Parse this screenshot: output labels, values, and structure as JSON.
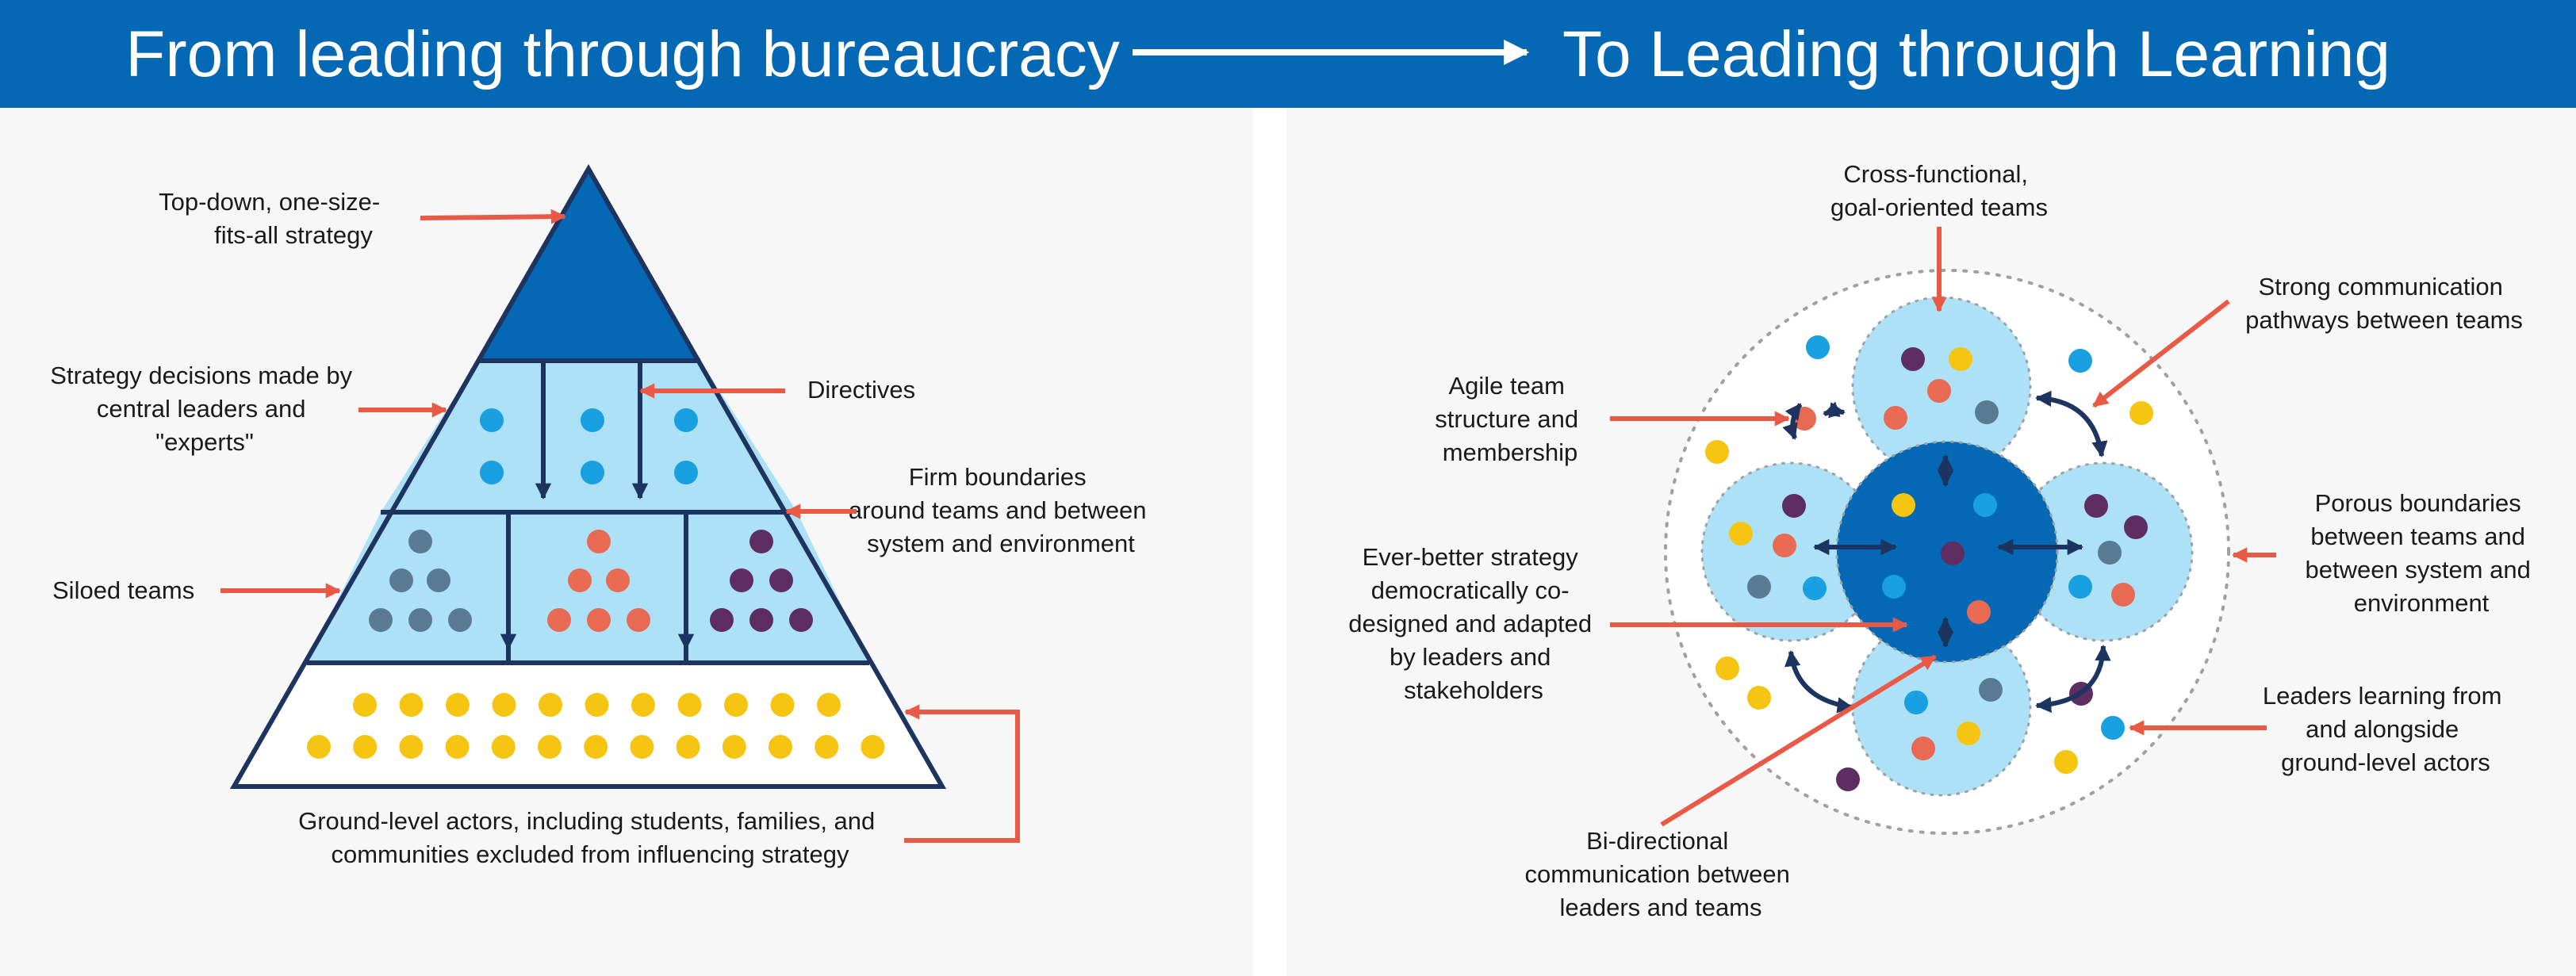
{
  "header": {
    "left_title": "From leading through bureaucracy",
    "right_title": "To Leading through Learning"
  },
  "colors": {
    "banner": "#0468b4",
    "panel_bg": "#f7f7f7",
    "outline": "#1d3461",
    "apex_fill": "#0468b4",
    "tier_fill": "#ace1f8",
    "base_fill": "#ffffff",
    "arrow_red": "#e85a45",
    "dot_blue": "#18a0e0",
    "dot_slate": "#5a7a94",
    "dot_coral": "#e86a53",
    "dot_purple": "#5e2d62",
    "dot_yellow": "#f6c512",
    "center_fill": "#0468b4",
    "team_fill": "#ace1f8"
  },
  "left_labels": {
    "top_down": [
      "Top-down, one-size-",
      "fits-all strategy"
    ],
    "strategy": [
      "Strategy decisions made by",
      "central leaders and",
      "\"experts\""
    ],
    "directives": [
      "Directives"
    ],
    "boundaries": [
      "Firm boundaries",
      "around teams and between",
      "system and environment"
    ],
    "siloed": [
      "Siloed teams"
    ],
    "ground": [
      "Ground-level actors, including students, families, and",
      "communities excluded from influencing strategy"
    ]
  },
  "right_labels": {
    "cross": [
      "Cross-functional,",
      "goal-oriented teams"
    ],
    "strong": [
      "Strong communication",
      "pathways between teams"
    ],
    "agile": [
      "Agile team",
      "structure and",
      "membership"
    ],
    "porous": [
      "Porous boundaries",
      "between teams and",
      "between system and",
      "environment"
    ],
    "ever": [
      "Ever-better strategy",
      "democratically co-",
      "designed and adapted",
      "by leaders and",
      "stakeholders"
    ],
    "leaders_learning": [
      "Leaders learning from",
      "and alongside",
      "ground-level actors"
    ],
    "bidirectional": [
      "Bi-directional",
      "communication  between",
      "leaders and teams"
    ]
  }
}
